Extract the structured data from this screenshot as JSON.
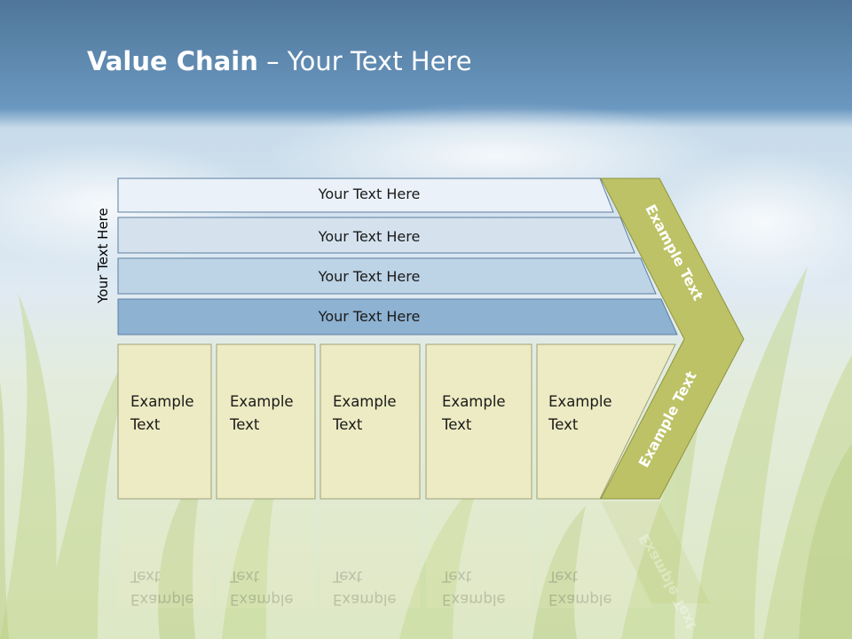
{
  "slide": {
    "title_bold": "Value Chain",
    "title_rest": " – Your Text Here",
    "side_label": "Your Text Here"
  },
  "rows": [
    {
      "label": "Your Text Here",
      "fill": "#eaf1f8"
    },
    {
      "label": "Your Text Here",
      "fill": "#d5e2ee"
    },
    {
      "label": "Your Text Here",
      "fill": "#bdd3e6"
    },
    {
      "label": "Your Text Here",
      "fill": "#8eb2d2"
    }
  ],
  "columns": [
    {
      "line1": "Example",
      "line2": "Text"
    },
    {
      "line1": "Example",
      "line2": "Text"
    },
    {
      "line1": "Example",
      "line2": "Text"
    },
    {
      "line1": "Example",
      "line2": "Text"
    },
    {
      "line1": "Example",
      "line2": "Text"
    }
  ],
  "chevron": {
    "upper_label": "Example Text",
    "lower_label": "Example Text",
    "fill": "#bcc265"
  }
}
